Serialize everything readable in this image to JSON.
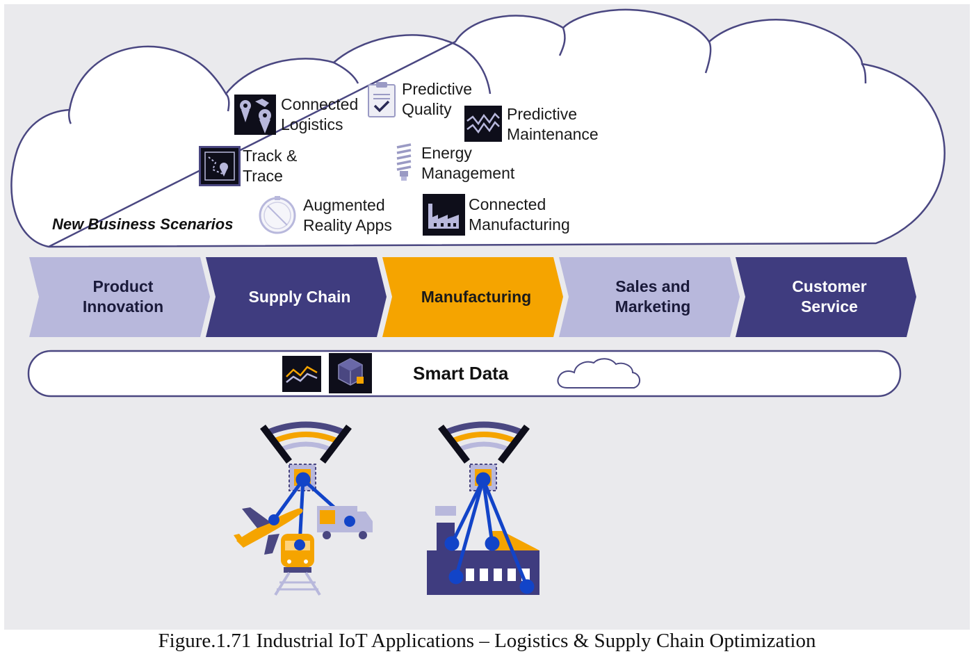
{
  "cloud": {
    "title": "New Business Scenarios",
    "scenarios": [
      {
        "id": "connected-logistics",
        "line1": "Connected",
        "line2": "Logistics",
        "icon": "map-pin-icon"
      },
      {
        "id": "predictive-quality",
        "line1": "Predictive",
        "line2": "Quality",
        "icon": "clipboard-check-icon"
      },
      {
        "id": "predictive-maintenance",
        "line1": "Predictive",
        "line2": "Maintenance",
        "icon": "wave-chart-icon"
      },
      {
        "id": "track-trace",
        "line1": "Track &",
        "line2": "Trace",
        "icon": "route-map-icon"
      },
      {
        "id": "energy-management",
        "line1": "Energy",
        "line2": "Management",
        "icon": "light-bulb-icon"
      },
      {
        "id": "augmented-reality",
        "line1": "Augmented",
        "line2": "Reality Apps",
        "icon": "compass-icon"
      },
      {
        "id": "connected-manufacturing",
        "line1": "Connected",
        "line2": "Manufacturing",
        "icon": "factory-icon"
      }
    ]
  },
  "value_chain": [
    {
      "line1": "Product",
      "line2": "Innovation",
      "fill": "#b8b8dc",
      "text_color": "#1a1a3a"
    },
    {
      "line1": "Supply Chain",
      "line2": "",
      "fill": "#3f3c7f",
      "text_color": "#ffffff"
    },
    {
      "line1": "Manufacturing",
      "line2": "",
      "fill": "#f5a400",
      "text_color": "#1a1a1a"
    },
    {
      "line1": "Sales and",
      "line2": "Marketing",
      "fill": "#b8b8dc",
      "text_color": "#1a1a3a"
    },
    {
      "line1": "Customer",
      "line2": "Service",
      "fill": "#3f3c7f",
      "text_color": "#ffffff"
    }
  ],
  "smart_data": {
    "label": "Smart Data",
    "icons": [
      "line-chart-icon",
      "cube-stack-icon",
      "cloud-outline-icon"
    ]
  },
  "devices": [
    {
      "name": "logistics-device",
      "icons": [
        "airplane-icon",
        "train-icon",
        "truck-icon",
        "sensor-chip-icon",
        "signal-waves-icon"
      ]
    },
    {
      "name": "factory-device",
      "icons": [
        "factory-building-icon",
        "sensor-chip-icon",
        "signal-waves-icon"
      ]
    }
  ],
  "caption": "Figure.1.71 Industrial IoT Applications – Logistics & Supply Chain Optimization",
  "colors": {
    "panel": "#eaeaed",
    "outline": "#4a4781",
    "navy": "#3f3c7f",
    "lavender": "#b8b8dc",
    "orange": "#f5a400",
    "blue_link": "#1244c8",
    "icon_dark": "#0e0e1a"
  }
}
